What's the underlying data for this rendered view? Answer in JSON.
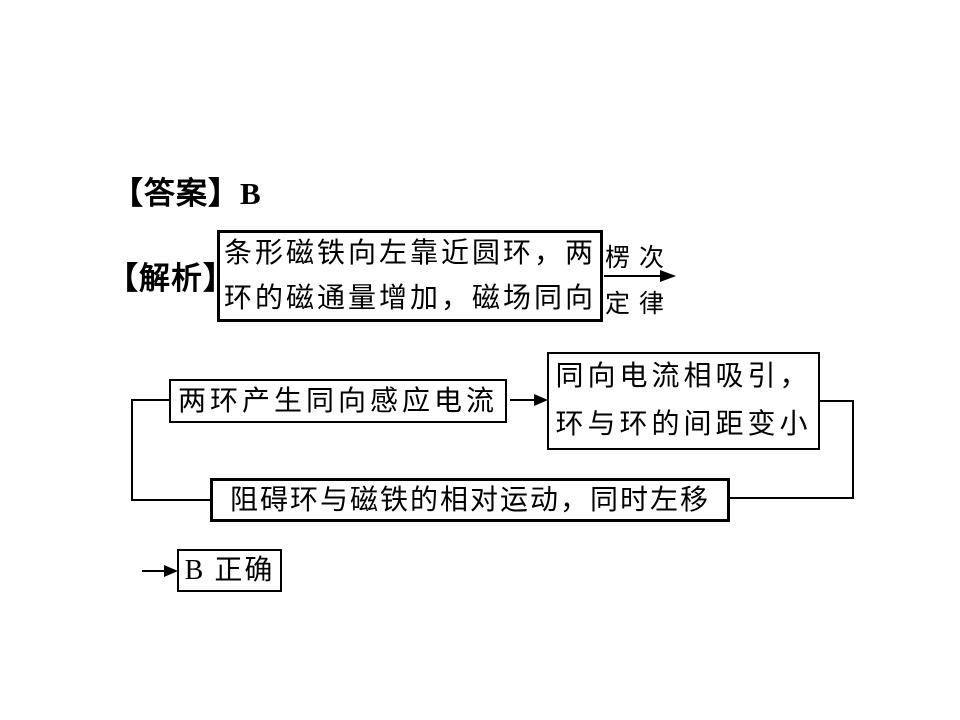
{
  "answer": {
    "prefix": "【答案】",
    "value": "B"
  },
  "analysis": {
    "label": "【解析】"
  },
  "flow": {
    "premise": {
      "line1": "条形磁铁向左靠近圆环，两",
      "line2": "环的磁通量增加，磁场同向"
    },
    "lenz": {
      "top": "楞次",
      "bottom": "定律"
    },
    "induced_current": "两环产生同向感应电流",
    "attraction": {
      "line1": "同向电流相吸引，",
      "line2": "环与环的间距变小"
    },
    "hinder": "阻碍环与磁铁的相对运动，同时左移",
    "conclusion": "B 正确"
  },
  "colors": {
    "background": "#ffffff",
    "text": "#000000",
    "line": "#000000"
  }
}
